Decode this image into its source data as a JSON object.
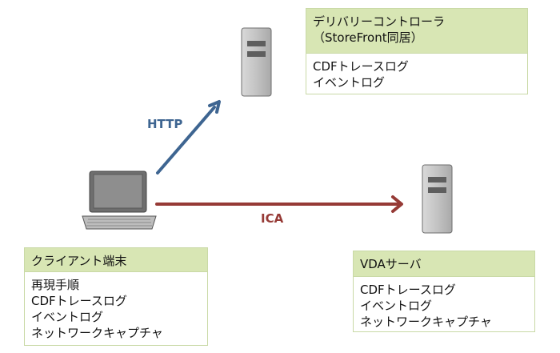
{
  "delivery_controller": {
    "title_line1": "デリバリーコントローラ",
    "title_line2": "（StoreFront同居）",
    "items": [
      "CDFトレースログ",
      "イベントログ"
    ]
  },
  "client": {
    "title": "クライアント端末",
    "items": [
      "再現手順",
      "CDFトレースログ",
      "イベントログ",
      "ネットワークキャプチャ"
    ]
  },
  "vda": {
    "title": "VDAサーバ",
    "items": [
      "CDFトレースログ",
      "イベントログ",
      "ネットワークキャプチャ"
    ]
  },
  "connections": {
    "http_label": "HTTP",
    "ica_label": "ICA"
  },
  "colors": {
    "http_arrow": "#3e6591",
    "ica_arrow": "#963a36",
    "box_header": "#d8e6b4",
    "server_body": "#b8b8b8"
  },
  "icons": {
    "client": "laptop-icon",
    "delivery_controller": "server-icon",
    "vda": "server-icon"
  }
}
